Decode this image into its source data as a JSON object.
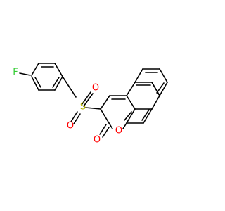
{
  "molecule": {
    "atoms": {
      "fluorine": {
        "symbol": "F",
        "color": "#33cc33"
      },
      "sulfur": {
        "symbol": "S",
        "color": "#b2b200"
      },
      "sulfonyl_oxygen_top": {
        "symbol": "O",
        "color": "#ff0000"
      },
      "sulfonyl_oxygen_bottom": {
        "symbol": "O",
        "color": "#ff0000"
      },
      "carbonyl_oxygen": {
        "symbol": "O",
        "color": "#ff0000"
      },
      "ring_oxygen": {
        "symbol": "O",
        "color": "#ff0000"
      }
    },
    "bond_color": "#000000"
  }
}
